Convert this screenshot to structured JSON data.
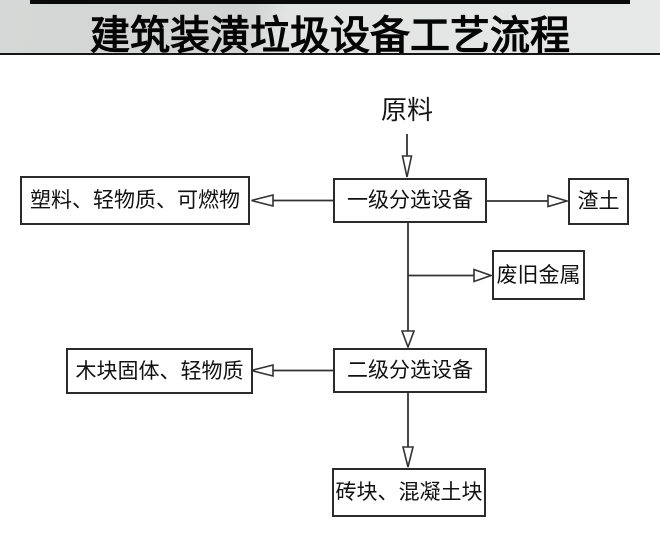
{
  "title": "建筑装潢垃圾设备工艺流程",
  "diagram": {
    "type": "flowchart",
    "nodes": {
      "source": "原料",
      "stage1": "一级分选设备",
      "plastics": "塑料、轻物质、可燃物",
      "slag": "渣土",
      "metal": "废旧金属",
      "stage2": "二级分选设备",
      "wood": "木块固体、轻物质",
      "bricks": "砖块、混凝土块"
    },
    "edges": [
      {
        "from": "原料",
        "to": "一级分选设备"
      },
      {
        "from": "一级分选设备",
        "to": "塑料、轻物质、可燃物"
      },
      {
        "from": "一级分选设备",
        "to": "渣土"
      },
      {
        "from": "一级分选设备",
        "to": "废旧金属"
      },
      {
        "from": "一级分选设备",
        "to": "二级分选设备"
      },
      {
        "from": "二级分选设备",
        "to": "木块固体、轻物质"
      },
      {
        "from": "二级分选设备",
        "to": "砖块、混凝土块"
      }
    ],
    "colors": {
      "header_bg": "#d9dbda",
      "header_top_rule": "#0a0a0a",
      "canvas_bg": "#ffffff",
      "line": "#333333",
      "box_border": "#2b2b2b",
      "text": "#111111"
    }
  }
}
